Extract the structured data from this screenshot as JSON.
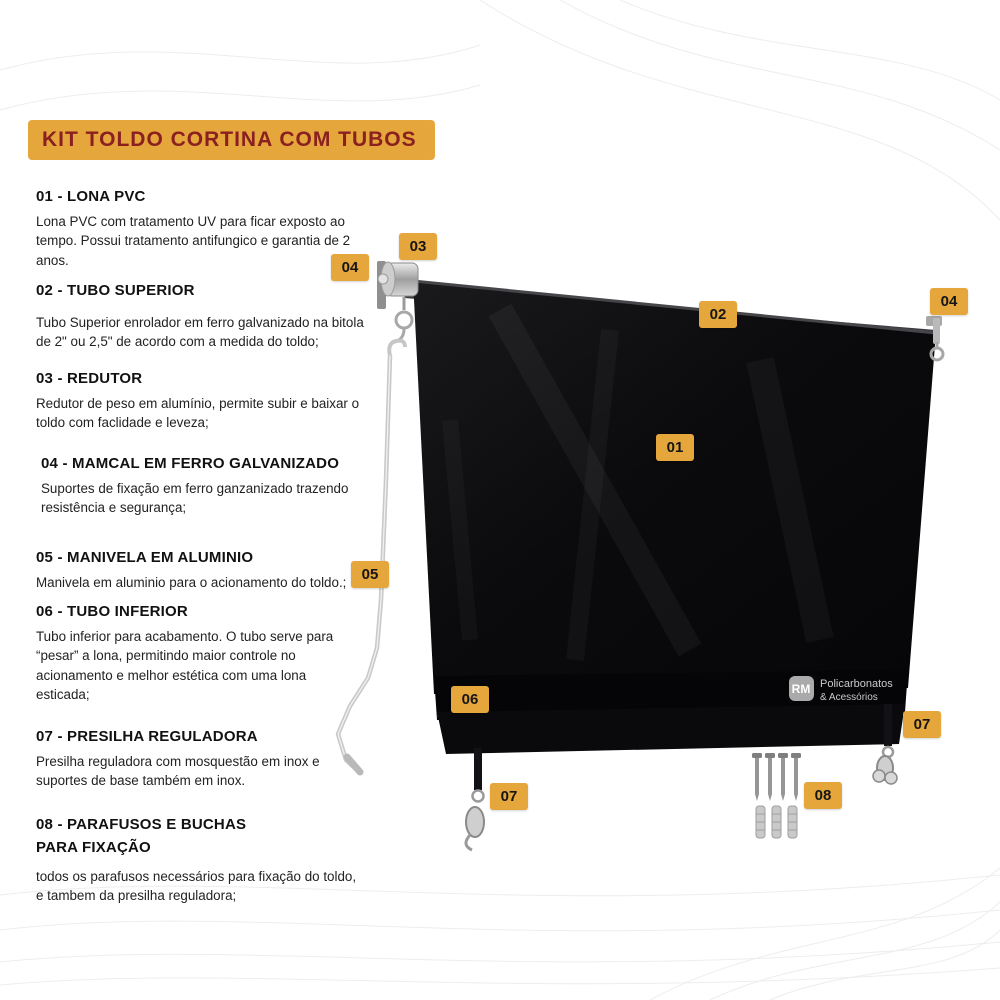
{
  "title": "KIT TOLDO CORTINA COM TUBOS",
  "colors": {
    "accent": "#E5A63B",
    "title_text": "#8A2020",
    "badge_text": "#151515",
    "tarp": "#0B0B0D"
  },
  "sections": [
    {
      "heading": "01 - LONA PVC",
      "body": "Lona PVC com tratamento UV para ficar exposto ao tempo. Possui tratamento antifungico e garantia de 2 anos."
    },
    {
      "heading": "02 - TUBO SUPERIOR",
      "body": "Tubo Superior enrolador em ferro galvanizado na bitola de 2\" ou 2,5\" de acordo com a medida do toldo;"
    },
    {
      "heading": "03 - REDUTOR",
      "body": "Redutor de peso em alumínio, permite subir e baixar o toldo com faclidade e leveza;"
    },
    {
      "heading": "04 - MAMCAL  EM FERRO GALVANIZADO",
      "body": "Suportes de fixação em ferro ganzanizado trazendo resistência e segurança;"
    },
    {
      "heading": "05 - MANIVELA EM ALUMINIO",
      "body": "Manivela em aluminio para o acionamento do toldo.;"
    },
    {
      "heading": "06 - TUBO INFERIOR",
      "body": "Tubo inferior para acabamento. O tubo serve para “pesar” a lona, permitindo maior controle no acionamento e melhor estética com uma lona esticada;"
    },
    {
      "heading": "07 - PRESILHA REGULADORA",
      "body": "Presilha reguladora com mosquestão em inox e suportes de base também em inox."
    },
    {
      "heading": "08 - PARAFUSOS E BUCHAS PARA FIXAÇÃO",
      "body": "todos os parafusos necessários para fixação do toldo, e tambem da presilha reguladora;"
    }
  ],
  "badges": {
    "n01": "01",
    "n02": "02",
    "n03": "03",
    "n04": "04",
    "n05": "05",
    "n06": "06",
    "n07": "07",
    "n08": "08"
  },
  "watermark": {
    "logo": "RM",
    "line1": "Policarbonatos",
    "line2": "& Acessórios"
  }
}
